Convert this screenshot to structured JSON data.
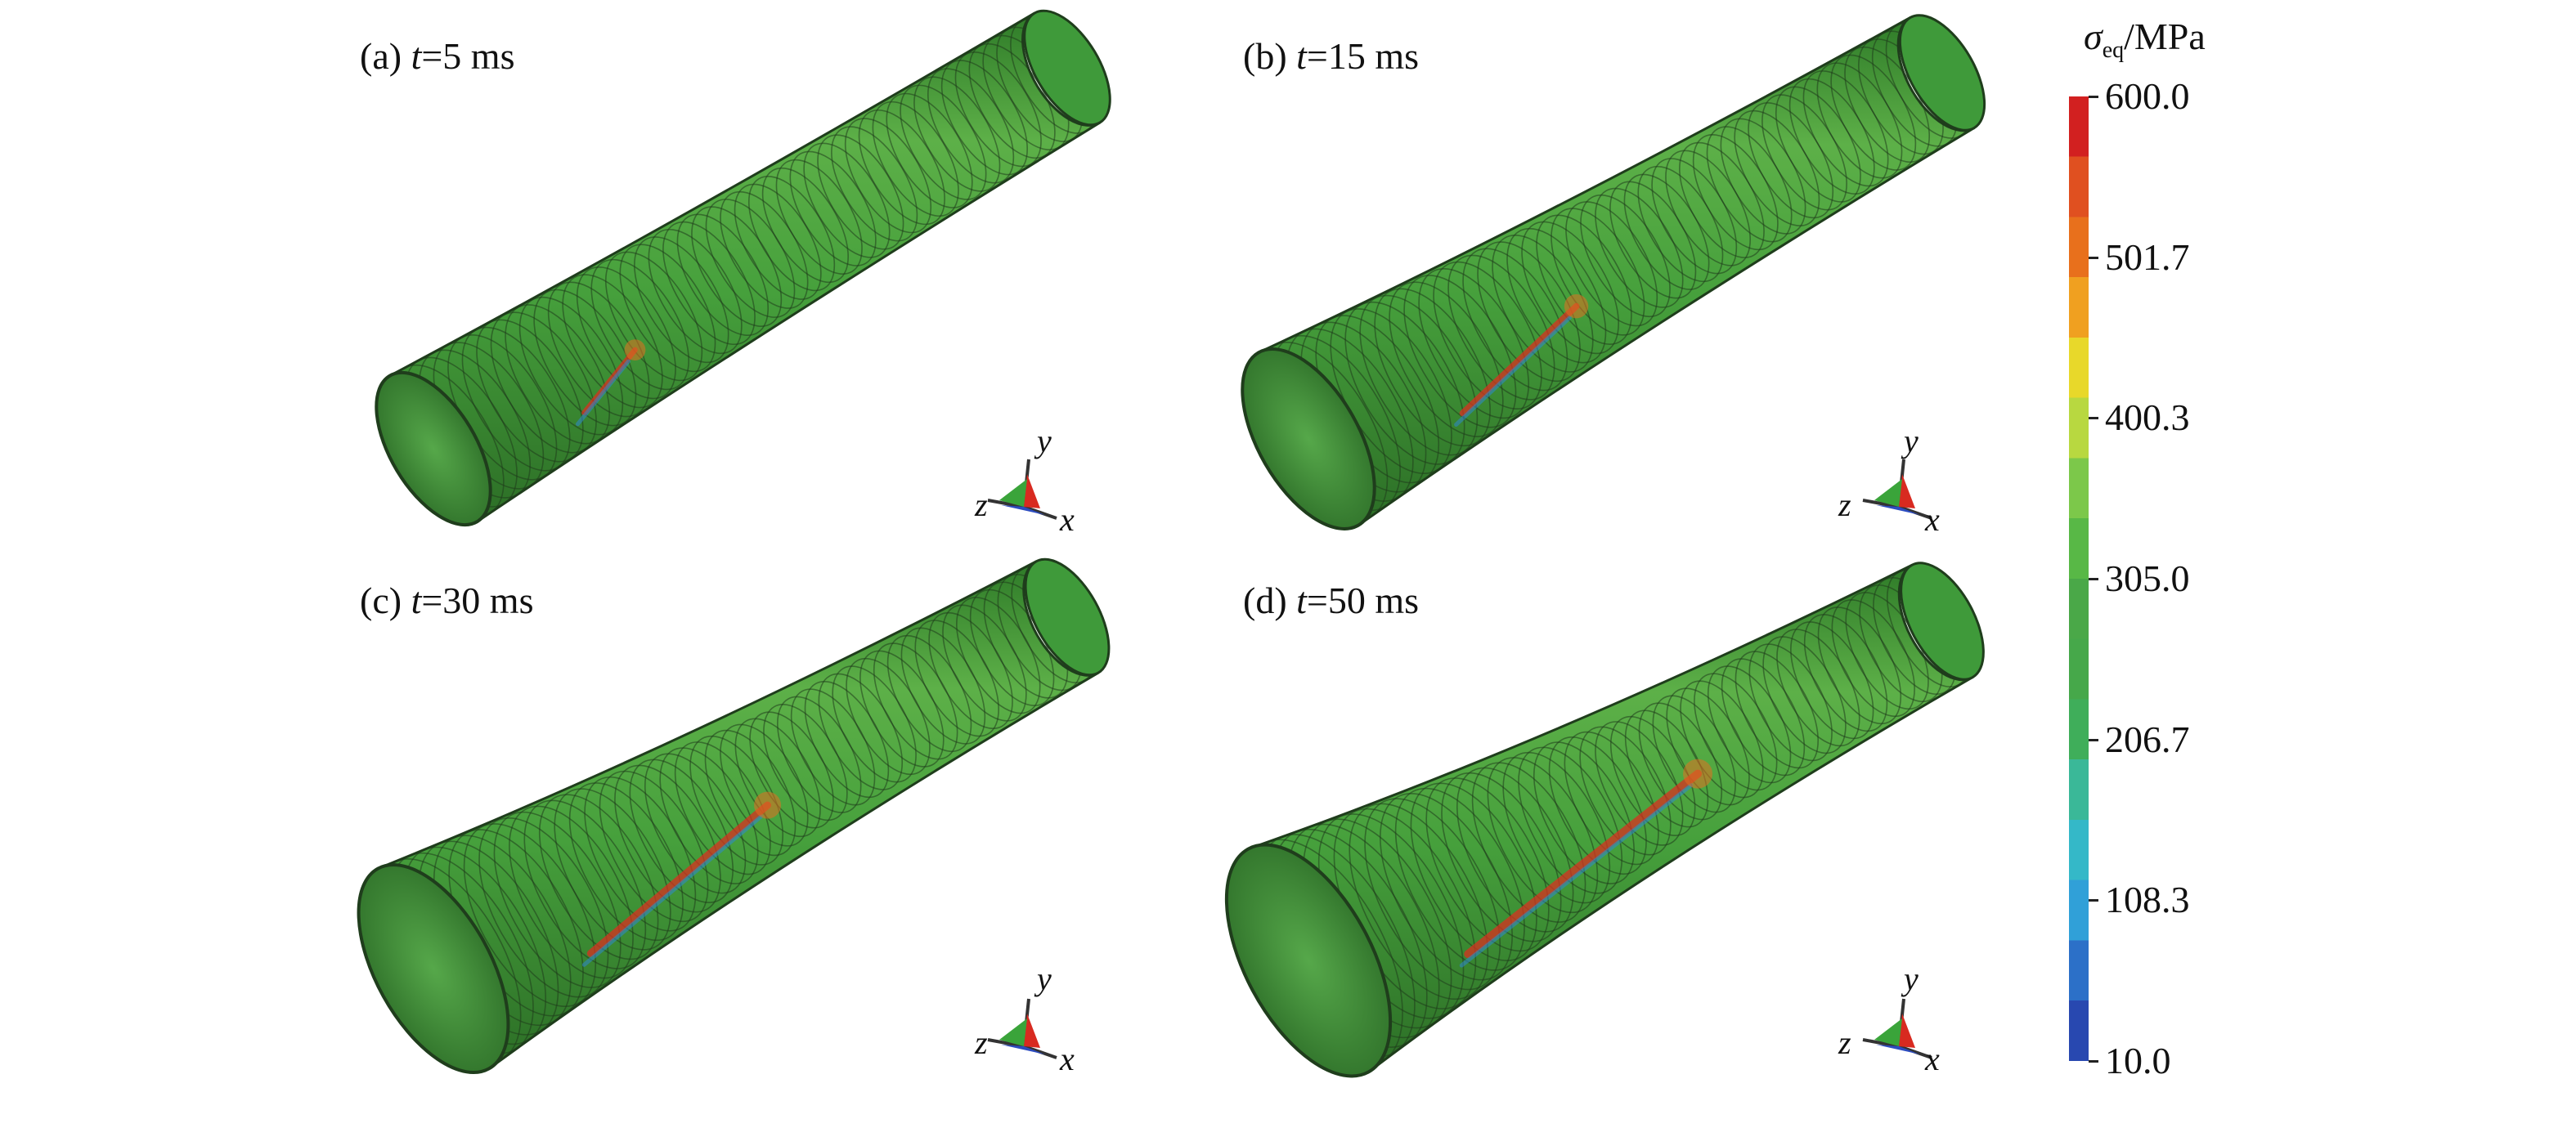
{
  "panels": [
    {
      "id": "a",
      "prefix": "(a) ",
      "var": "t",
      "rest": "=5 ms"
    },
    {
      "id": "b",
      "prefix": "(b) ",
      "var": "t",
      "rest": "=15 ms"
    },
    {
      "id": "c",
      "prefix": "(c) ",
      "var": "t",
      "rest": "=30 ms"
    },
    {
      "id": "d",
      "prefix": "(d) ",
      "var": "t",
      "rest": "=50 ms"
    }
  ],
  "axes_triad": {
    "y": "y",
    "z": "z",
    "x": "x"
  },
  "colorbar": {
    "symbol": "σ",
    "subscript": "eq",
    "unit": "/MPa",
    "ticks": [
      "600.0",
      "501.7",
      "400.3",
      "305.0",
      "206.7",
      "108.3",
      "10.0"
    ],
    "colors": [
      "#d22020",
      "#e05020",
      "#e8701c",
      "#f0a020",
      "#e8d82a",
      "#b8d840",
      "#7cc84a",
      "#58b846",
      "#4aa848",
      "#46a84a",
      "#3fae5a",
      "#3ab898",
      "#34b8c8",
      "#30a0d8",
      "#2c70c8",
      "#2848b0"
    ]
  },
  "colors": {
    "tube_green": "#3f9a3a",
    "mesh": "#1f3d1c",
    "hot": "#d83020",
    "cold": "#2f86d0"
  }
}
